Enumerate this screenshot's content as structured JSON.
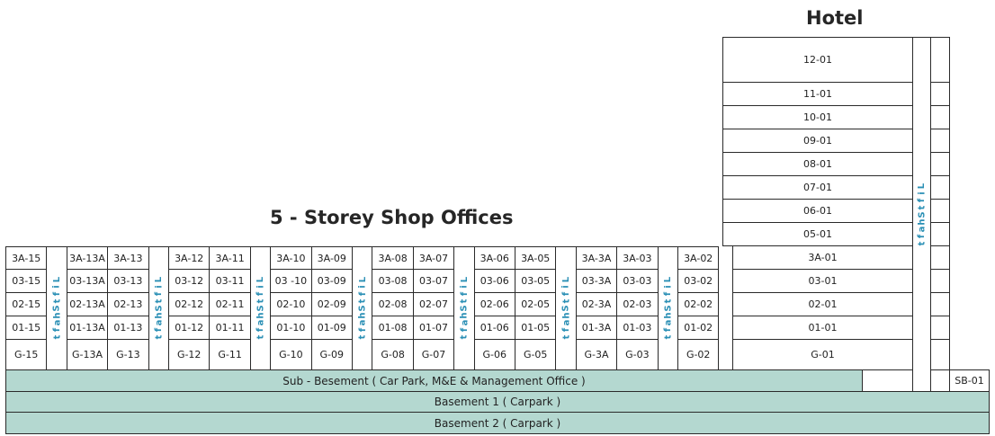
{
  "hotel_title": "Hotel",
  "shop_title": "5 - Storey Shop Offices",
  "lift_label": "Lift Shaft",
  "shop_columns": [
    {
      "type": "unit",
      "units": [
        "3A-15",
        "03-15",
        "02-15",
        "01-15",
        "G-15"
      ]
    },
    {
      "type": "lift"
    },
    {
      "type": "unit",
      "units": [
        "3A-13A",
        "03-13A",
        "02-13A",
        "01-13A",
        "G-13A"
      ]
    },
    {
      "type": "unit",
      "units": [
        "3A-13",
        "03-13",
        "02-13",
        "01-13",
        "G-13"
      ]
    },
    {
      "type": "lift"
    },
    {
      "type": "unit",
      "units": [
        "3A-12",
        "03-12",
        "02-12",
        "01-12",
        "G-12"
      ]
    },
    {
      "type": "unit",
      "units": [
        "3A-11",
        "03-11",
        "02-11",
        "01-11",
        "G-11"
      ]
    },
    {
      "type": "lift"
    },
    {
      "type": "unit",
      "units": [
        "3A-10",
        "03 -10",
        "02-10",
        "01-10",
        "G-10"
      ]
    },
    {
      "type": "unit",
      "units": [
        "3A-09",
        "03-09",
        "02-09",
        "01-09",
        "G-09"
      ]
    },
    {
      "type": "lift"
    },
    {
      "type": "unit",
      "units": [
        "3A-08",
        "03-08",
        "02-08",
        "01-08",
        "G-08"
      ]
    },
    {
      "type": "unit",
      "units": [
        "3A-07",
        "03-07",
        "02-07",
        "01-07",
        "G-07"
      ]
    },
    {
      "type": "lift"
    },
    {
      "type": "unit",
      "units": [
        "3A-06",
        "03-06",
        "02-06",
        "01-06",
        "G-06"
      ]
    },
    {
      "type": "unit",
      "units": [
        "3A-05",
        "03-05",
        "02-05",
        "01-05",
        "G-05"
      ]
    },
    {
      "type": "lift"
    },
    {
      "type": "unit",
      "units": [
        "3A-3A",
        "03-3A",
        "02-3A",
        "01-3A",
        "G-3A"
      ]
    },
    {
      "type": "unit",
      "units": [
        "3A-03",
        "03-03",
        "02-03",
        "01-03",
        "G-03"
      ]
    },
    {
      "type": "lift"
    },
    {
      "type": "unit",
      "units": [
        "3A-02",
        "03-02",
        "02-02",
        "01-02",
        "G-02"
      ]
    }
  ],
  "hotel_floors": [
    "12-01",
    "11-01",
    "10-01",
    "09-01",
    "08-01",
    "07-01",
    "06-01",
    "05-01",
    "3A-01",
    "03-01",
    "02-01",
    "01-01",
    "G-01"
  ],
  "sub_basement": "Sub - Besement ( Car Park, M&E & Management Office )",
  "sb_unit": "SB-01",
  "basement1": "Basement 1 ( Carpark )",
  "basement2": "Basement 2 ( Carpark )",
  "colors": {
    "band": "#b4d8d0",
    "lift_text": "#2a8fb5",
    "border": "#2a2a2a"
  }
}
